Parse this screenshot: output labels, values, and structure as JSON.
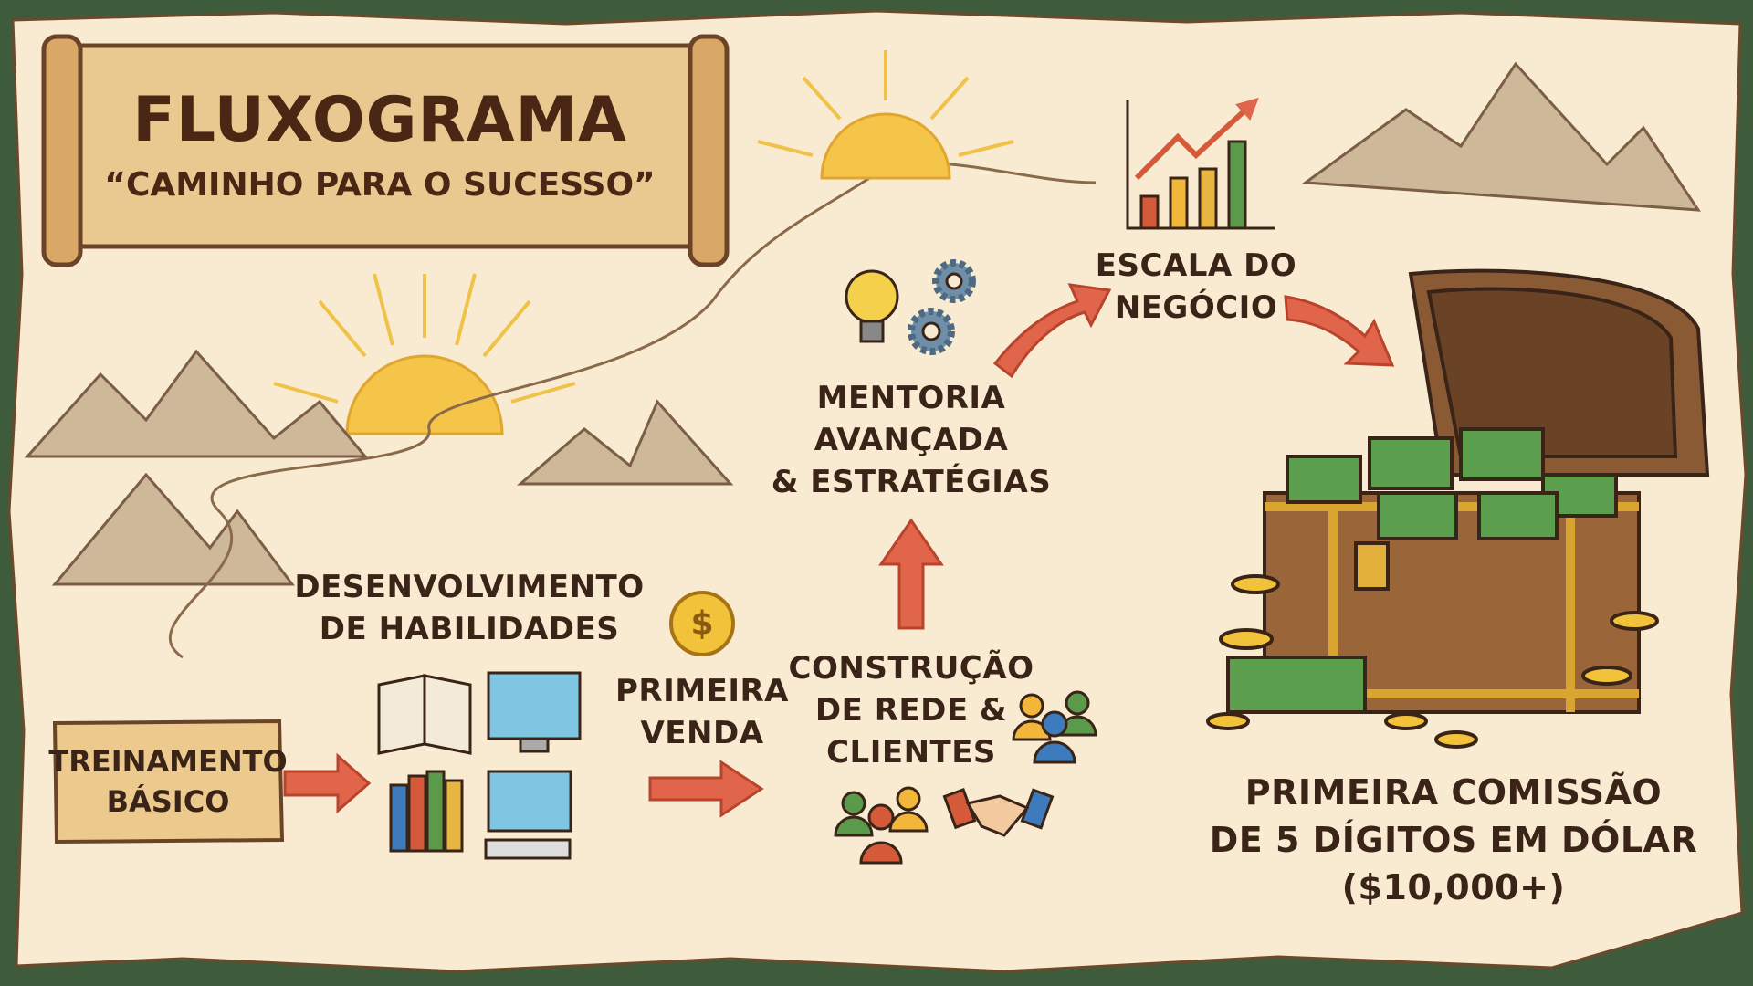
{
  "header": {
    "title": "FLUXOGRAMA",
    "subtitle": "“CAMINHO PARA O SUCESSO”"
  },
  "steps": [
    {
      "id": "treinamento",
      "lines": [
        "TREINAMENTO",
        "BÁSICO"
      ]
    },
    {
      "id": "desenvolvimento",
      "lines": [
        "DESENVOLVIMENTO",
        "DE HABILIDADES"
      ]
    },
    {
      "id": "primeira-venda",
      "lines": [
        "PRIMEIRA",
        "VENDA"
      ]
    },
    {
      "id": "construcao",
      "lines": [
        "CONSTRUÇÃO",
        "DE REDE &",
        "CLIENTES"
      ]
    },
    {
      "id": "mentoria",
      "lines": [
        "MENTORIA",
        "AVANÇADA",
        "& ESTRATÉGIAS"
      ]
    },
    {
      "id": "escala",
      "lines": [
        "ESCALA DO",
        "NEGÓCIO"
      ]
    },
    {
      "id": "comissao",
      "lines": [
        "PRIMEIRA COMISSÃO",
        "DE 5 DÍGITOS EM DÓLAR",
        "($10,000+)"
      ]
    }
  ],
  "coin_symbol": "$",
  "colors": {
    "parchment": "#f8ebd2",
    "border": "#3e5b3c",
    "arrow": "#e0654a",
    "ink": "#3a2418",
    "gold": "#f2c23a",
    "money": "#4f9a4a"
  }
}
